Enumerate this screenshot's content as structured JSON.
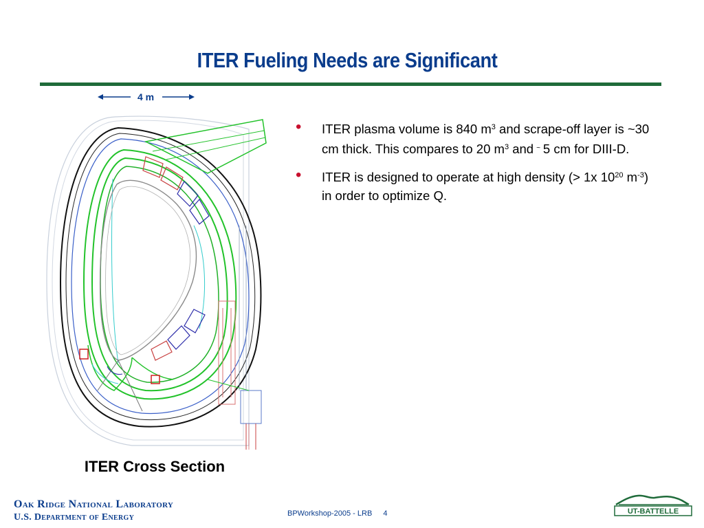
{
  "slide": {
    "title": "ITER Fueling Needs are Significant",
    "scale_label": "4 m",
    "caption": "ITER Cross Section"
  },
  "bullets": [
    {
      "b1_p1": "ITER plasma volume is 840 m",
      "b1_sup1": "3",
      "b1_p2": " and scrape-off layer is ~30 cm thick. This compares to 20 m",
      "b1_sup2": "3",
      "b1_p3": " and",
      "b1_tilde": "~",
      "b1_p4": "5 cm for DIII-D."
    },
    {
      "b2_p1": "ITER is designed to operate at high density (> 1x 10",
      "b2_sup1": "20",
      "b2_p2": " m",
      "b2_sup2": "-3",
      "b2_p3": ") in order to optimize Q."
    }
  ],
  "footer": {
    "org_line1": "Oak Ridge National Laboratory",
    "org_line2": "U.S. Department of Energy",
    "workshop": "BPWorkshop-2005  - LRB",
    "page": "4",
    "logo_text": "UT-BATTELLE"
  },
  "colors": {
    "title": "#0a3c8c",
    "rule": "#1f6b3a",
    "bullet": "#c8102e"
  }
}
